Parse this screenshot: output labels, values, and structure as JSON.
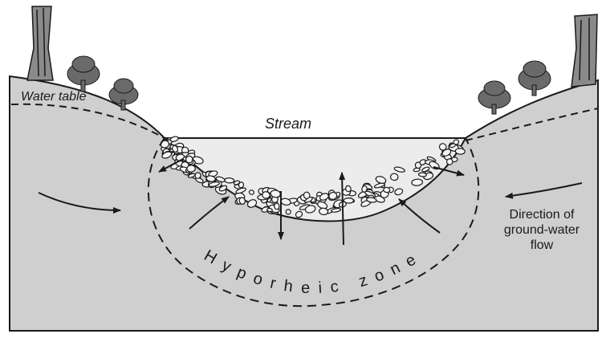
{
  "labels": {
    "stream": "Stream",
    "water_table": "Water table",
    "hyporheic_zone": "Hyporheic zone",
    "direction": [
      "Direction of",
      "ground-water",
      "flow"
    ]
  },
  "colors": {
    "ground": "#cfcfcf",
    "stream_water": "#ececec",
    "line": "#1a1a1a",
    "tree": "#6a6a6a"
  }
}
